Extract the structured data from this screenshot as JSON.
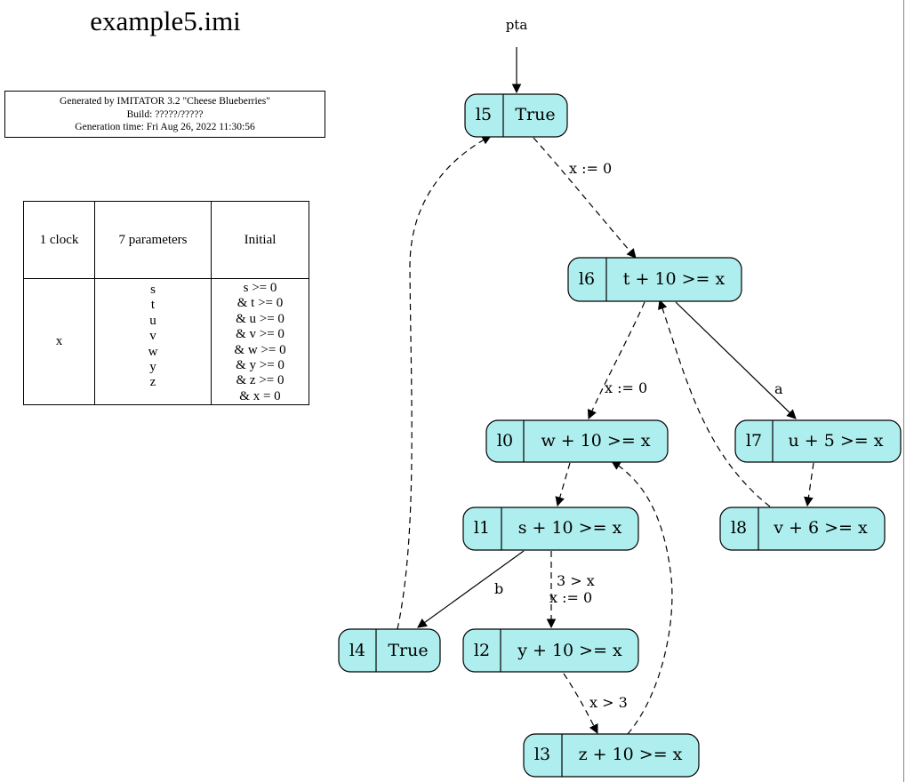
{
  "title": "example5.imi",
  "generator": {
    "line1": "Generated by IMITATOR 3.2 \"Cheese Blueberries\"",
    "line2": "Build: ?????/?????",
    "line3": "Generation time: Fri Aug 26, 2022 11:30:56"
  },
  "info_table": {
    "clock_count": "1 clock",
    "clock_name": "x",
    "params_header": "7 parameters",
    "params": [
      "s",
      "t",
      "u",
      "v",
      "w",
      "y",
      "z"
    ],
    "initial_header": "Initial",
    "initial": [
      "s >= 0",
      "& t >= 0",
      "& u >= 0",
      "& v >= 0",
      "& w >= 0",
      "& y >= 0",
      "& z >= 0",
      "& x = 0"
    ]
  },
  "diagram": {
    "entry_label": "pta",
    "node_fill": "#afeeee",
    "nodes": {
      "l5": {
        "name": "l5",
        "invariant": "True"
      },
      "l6": {
        "name": "l6",
        "invariant": "t + 10 >= x"
      },
      "l0": {
        "name": "l0",
        "invariant": "w + 10 >= x"
      },
      "l7": {
        "name": "l7",
        "invariant": "u + 5 >= x"
      },
      "l1": {
        "name": "l1",
        "invariant": "s + 10 >= x"
      },
      "l8": {
        "name": "l8",
        "invariant": "v + 6 >= x"
      },
      "l4": {
        "name": "l4",
        "invariant": "True"
      },
      "l2": {
        "name": "l2",
        "invariant": "y + 10 >= x"
      },
      "l3": {
        "name": "l3",
        "invariant": "z + 10 >= x"
      }
    },
    "edge_labels": {
      "l5_l6": "x := 0",
      "l6_l0": "x := 0",
      "l6_l7": "a",
      "l1_l4": "b",
      "l1_l2_guard": "3 > x",
      "l1_l2_reset": "x := 0",
      "l2_l3": "x > 3"
    }
  }
}
